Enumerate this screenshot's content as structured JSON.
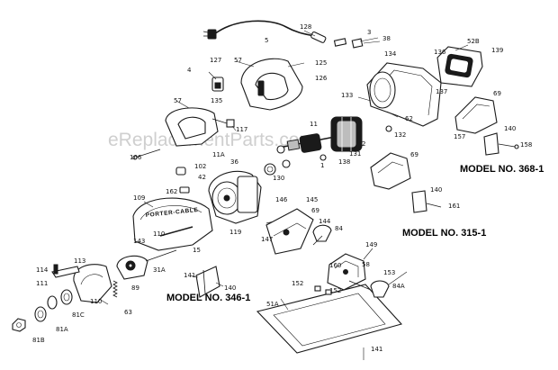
{
  "watermark": "eReplacementParts.com",
  "guard_text": "PORTER-CABLE",
  "models": {
    "m368": "MODEL NO. 368-1",
    "m315": "MODEL NO. 315-1",
    "m346": "MODEL NO. 346-1"
  },
  "labels": {
    "l128": "128",
    "l5": "5",
    "l3": "3",
    "l38": "38",
    "l52b": "52B",
    "l136": "136",
    "l139": "139",
    "l127": "127",
    "l57a": "57",
    "l125": "125",
    "l134": "134",
    "l4": "4",
    "l126": "126",
    "l133": "133",
    "l137": "137",
    "l69a": "69",
    "l57b": "57",
    "l135": "135",
    "l117": "117",
    "l62": "62",
    "l11": "11",
    "l2": "2",
    "l132": "132",
    "l157": "157",
    "l140a": "140",
    "l158": "158",
    "l106": "106",
    "l131": "131",
    "l1": "1",
    "l138": "138",
    "l11a": "11A",
    "l36": "36",
    "l102": "102",
    "l130": "130",
    "l69b": "69",
    "l140b": "140",
    "l161": "161",
    "l42": "42",
    "l109": "109",
    "l162": "162",
    "l146": "146",
    "l145": "145",
    "l69c": "69",
    "l110": "110",
    "l144": "144",
    "l84": "84",
    "l119": "119",
    "l143": "143",
    "l147": "147",
    "l15": "15",
    "l149": "149",
    "l113": "113",
    "l31a": "31A",
    "l160": "160",
    "l58": "58",
    "l114": "114",
    "l141a": "141",
    "l140c": "140",
    "l153": "153",
    "l84a": "84A",
    "l111": "111",
    "l89": "89",
    "l81c": "81C",
    "l152a": "152",
    "l152b": "152",
    "l110b": "110",
    "l63": "63",
    "l51a": "51A",
    "l81a": "81A",
    "l81b": "81B",
    "l141b": "141"
  }
}
